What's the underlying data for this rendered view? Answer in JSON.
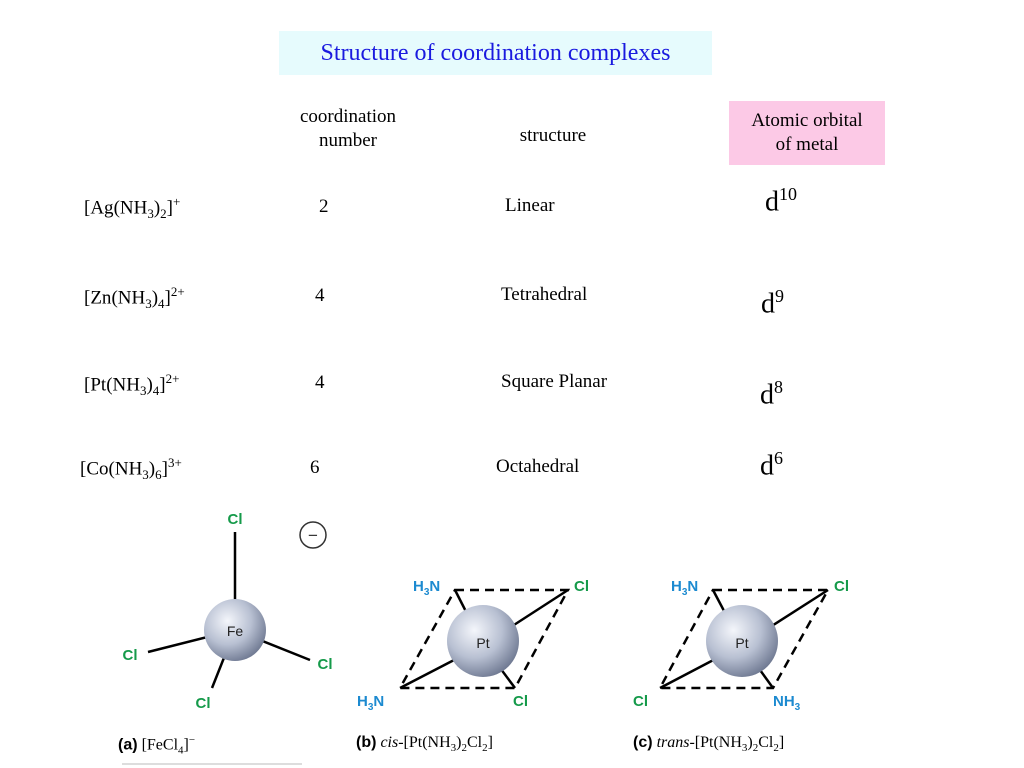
{
  "title": "Structure of coordination complexes",
  "headers": {
    "coordination_line1": "coordination",
    "coordination_line2": "number",
    "structure": "structure",
    "orbital_line1": "Atomic orbital",
    "orbital_line2": "of metal"
  },
  "rows": [
    {
      "metal": "Ag",
      "ligand": "NH",
      "ligand_sub": "3",
      "count": "2",
      "charge": "+",
      "coordination": "2",
      "structure": "Linear",
      "d_config": "10"
    },
    {
      "metal": "Zn",
      "ligand": "NH",
      "ligand_sub": "3",
      "count": "4",
      "charge": "2+",
      "coordination": "4",
      "structure": "Tetrahedral",
      "d_config": "9"
    },
    {
      "metal": "Pt",
      "ligand": "NH",
      "ligand_sub": "3",
      "count": "4",
      "charge": "2+",
      "coordination": "4",
      "structure": "Square Planar",
      "d_config": "8"
    },
    {
      "metal": "Co",
      "ligand": "NH",
      "ligand_sub": "3",
      "count": "6",
      "charge": "3+",
      "coordination": "6",
      "structure": "Octahedral",
      "d_config": "6"
    }
  ],
  "d_letter": "d",
  "diagrams": {
    "a": {
      "center": "Fe",
      "ligand": "Cl",
      "charge_symbol": "−",
      "tag": "(a)",
      "caption_prefix": "[FeCl",
      "caption_sub": "4",
      "caption_suffix": "]",
      "caption_sup": "−"
    },
    "b": {
      "center": "Pt",
      "cl": "Cl",
      "h": "H",
      "h_sub": "3",
      "n": "N",
      "tag": "(b)",
      "isomer": "cis",
      "caption_prefix": "-[Pt(NH",
      "caption_sub1": "3",
      "caption_mid": ")",
      "caption_sub2": "2",
      "caption_cl": "Cl",
      "caption_sub3": "2",
      "caption_end": "]"
    },
    "c": {
      "center": "Pt",
      "cl": "Cl",
      "nh": "NH",
      "nh_sub": "3",
      "h": "H",
      "h_sub": "3",
      "n": "N",
      "tag": "(c)",
      "isomer": "trans",
      "caption_prefix": "-[Pt(NH",
      "caption_sub1": "3",
      "caption_mid": ")",
      "caption_sub2": "2",
      "caption_cl": "Cl",
      "caption_sub3": "2",
      "caption_end": "]"
    }
  },
  "colors": {
    "title_text": "#1a1adf",
    "title_bg": "#e6fbfd",
    "orbital_bg": "#fcc9e6",
    "cl_green": "#159a4a",
    "n_blue": "#1c8ad0"
  }
}
